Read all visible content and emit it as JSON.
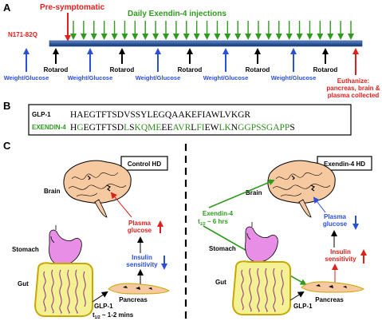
{
  "panel_a": {
    "letter": "A",
    "presymptomatic": "Pre-symptomatic",
    "daily_injections": "Daily Exendin-4 injections",
    "mouse_line": "N171-82Q",
    "weight_glucose": "Weight/Glucose",
    "rotarod": "Rotarod",
    "euthanize_1": "Euthanize:",
    "euthanize_2": "pancreas, brain &",
    "euthanize_3": "plasma collected",
    "injection_count": 28
  },
  "panel_b": {
    "letter": "B",
    "glp1_label": "GLP-1",
    "glp1_seq": "HAEGTFTSDVSSYLEGQAAKEFIAWLVKGR",
    "ex4_label": "EXENDIN-4",
    "ex4_seq": "HGEGTFTSDLSKQMEEEAVRLFIEWLKNGGPSSGAPPS",
    "ex4_color_mask": "0100000001011110011101100110111111111",
    "black_color": "#000000",
    "green_color": "#2e8b1e"
  },
  "panel_c": {
    "letter": "C",
    "control_title": "Control HD",
    "exendin_title": "Exendin-4 HD",
    "brain": "Brain",
    "stomach": "Stomach",
    "gut": "Gut",
    "pancreas": "Pancreas",
    "plasma": "Plasma",
    "glucose": "glucose",
    "insulin": "Insulin",
    "sensitivity": "sensitivity",
    "glp1": "GLP-1",
    "t_half_prefix": "t",
    "t_half_sub": "1/2",
    "control_half_life": " ~ 1-2 mins",
    "exendin4": "Exendin-4",
    "exendin_half_life": " ~ 6 hrs"
  }
}
